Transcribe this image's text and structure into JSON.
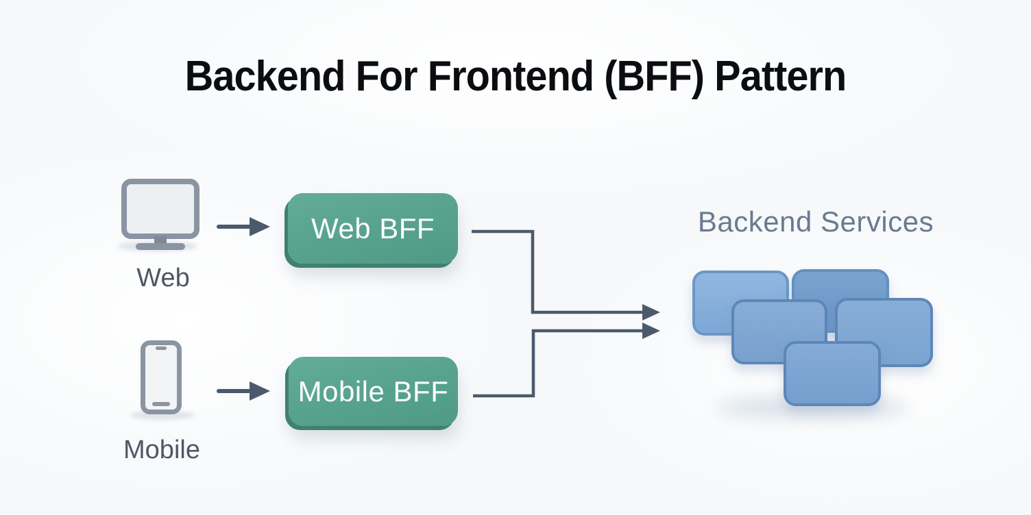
{
  "title": "Backend For Frontend (BFF) Pattern",
  "clients": {
    "web": {
      "label": "Web",
      "icon": "desktop-monitor-icon"
    },
    "mobile": {
      "label": "Mobile",
      "icon": "smartphone-icon"
    }
  },
  "bff": {
    "web": {
      "label": "Web BFF"
    },
    "mobile": {
      "label": "Mobile BFF"
    }
  },
  "backend": {
    "label": "Backend Services",
    "service_count": 5
  },
  "colors": {
    "background": "#f6f8fa",
    "title_text": "#0b0d10",
    "client_label_text": "#4e5864",
    "icon_stroke": "#8a94a2",
    "bff_fill": "#57a28c",
    "bff_edge": "#3f8170",
    "bff_text": "#fbfdfc",
    "connector": "#4b5a6b",
    "backend_label_text": "#6b7a90",
    "service_fill": "#7ea6d2",
    "service_border": "#5d87b8"
  }
}
